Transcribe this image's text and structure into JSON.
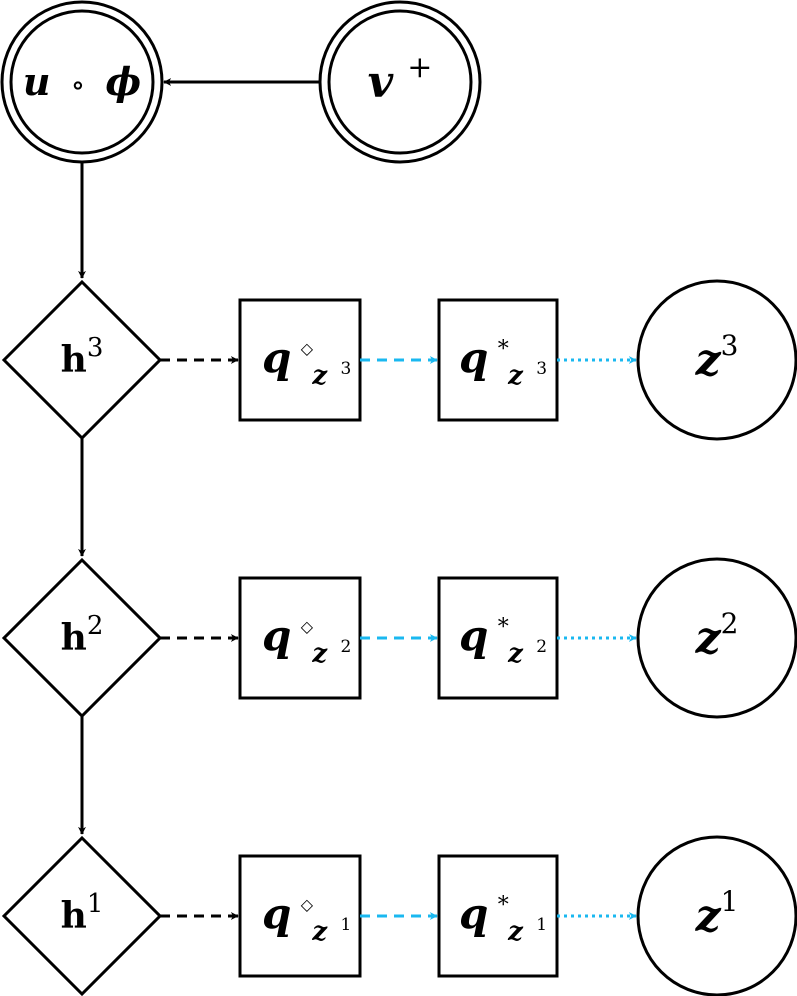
{
  "colors": {
    "stroke": "#000000",
    "accent": "#1ab8f0",
    "background": "#ffffff"
  },
  "top": {
    "uphi": {
      "u": "u",
      "circ": "∘",
      "phi": "ϕ"
    },
    "vplus": {
      "base": "v",
      "sup": "+"
    }
  },
  "rows": [
    {
      "h": "h",
      "idx": "3",
      "qd_base": "q",
      "qd_sup": "◇",
      "qs_base": "q",
      "qs_sup": "*",
      "sub": "z",
      "z": "z"
    },
    {
      "h": "h",
      "idx": "2",
      "qd_base": "q",
      "qd_sup": "◇",
      "qs_base": "q",
      "qs_sup": "*",
      "sub": "z",
      "z": "z"
    },
    {
      "h": "h",
      "idx": "1",
      "qd_base": "q",
      "qd_sup": "◇",
      "qs_base": "q",
      "qs_sup": "*",
      "sub": "z",
      "z": "z"
    }
  ]
}
